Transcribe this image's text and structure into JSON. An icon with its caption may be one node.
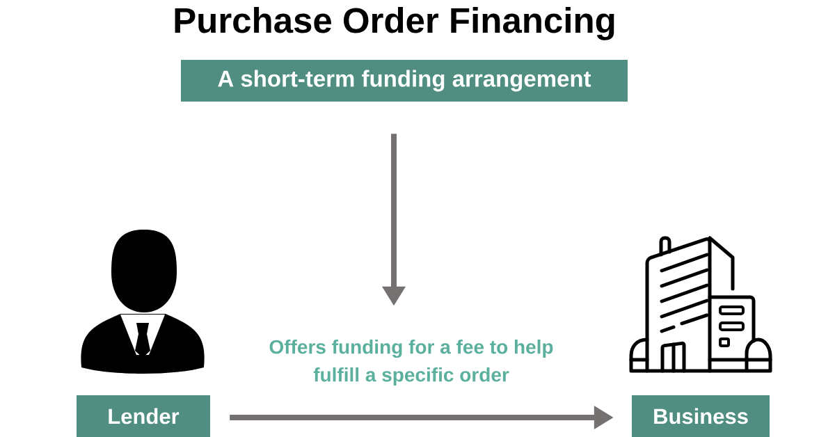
{
  "diagram": {
    "title": "Purchase Order Financing",
    "nodes": [
      {
        "text": [
          "A short-term funding arrangement"
        ]
      },
      {
        "text": [
          "Offers funding for a fee to help fulfill a specific order"
        ]
      },
      {
        "text": [
          "Lender"
        ]
      },
      {
        "text": [
          "Business"
        ]
      }
    ],
    "edges": [
      {
        "from": 0,
        "to": 1,
        "arrow": "to"
      },
      {
        "from": 2,
        "to": 3,
        "arrow": "to"
      }
    ]
  }
}
